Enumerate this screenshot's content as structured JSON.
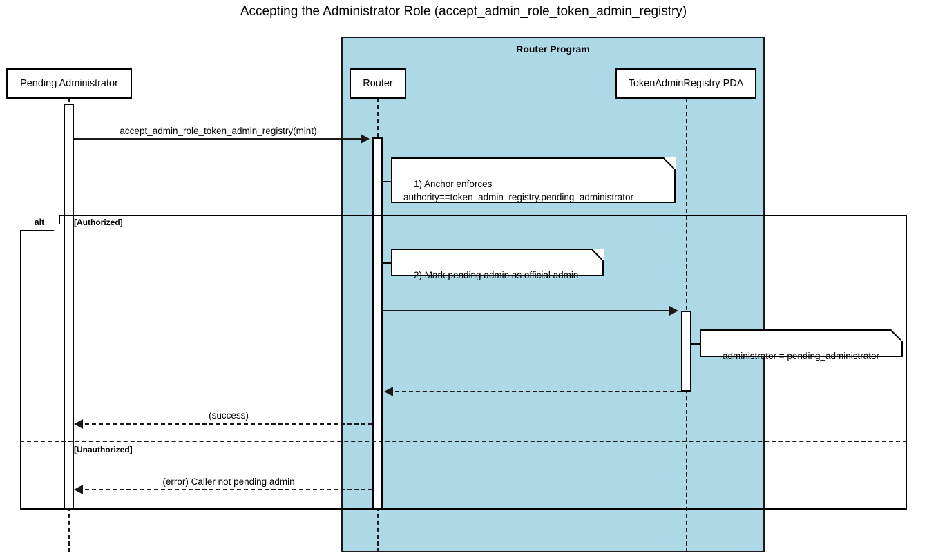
{
  "title": "Accepting the Administrator Role (accept_admin_role_token_admin_registry)",
  "groups": [
    {
      "label": "Router Program"
    }
  ],
  "participants": [
    {
      "name": "Pending Administrator"
    },
    {
      "name": "Router"
    },
    {
      "name": "TokenAdminRegistry PDA"
    }
  ],
  "messages": [
    {
      "label": "accept_admin_role_token_admin_registry(mint)",
      "from": "Pending Administrator",
      "to": "Router",
      "style": "solid"
    },
    {
      "label": "",
      "from": "Router",
      "to": "TokenAdminRegistry PDA",
      "style": "solid"
    },
    {
      "label": "",
      "from": "TokenAdminRegistry PDA",
      "to": "Router",
      "style": "dashed"
    },
    {
      "label": "(success)",
      "from": "Router",
      "to": "Pending Administrator",
      "style": "dashed"
    },
    {
      "label": "(error) Caller not pending admin",
      "from": "Router",
      "to": "Pending Administrator",
      "style": "dashed"
    }
  ],
  "notes": [
    {
      "text": "1) Anchor enforces\nauthority==token_admin_registry.pending_administrator",
      "attached_to": "Router"
    },
    {
      "text": "2) Mark pending admin as official admin",
      "attached_to": "Router"
    },
    {
      "text": "administrator = pending_administrator",
      "attached_to": "TokenAdminRegistry PDA"
    }
  ],
  "fragment": {
    "operator": "alt",
    "guards": [
      {
        "label": "[Authorized]"
      },
      {
        "label": "[Unauthorized]"
      }
    ]
  },
  "colors": {
    "group_fill": "#add8e6",
    "stroke": "#1a1a1a",
    "box_fill": "#ffffff"
  }
}
